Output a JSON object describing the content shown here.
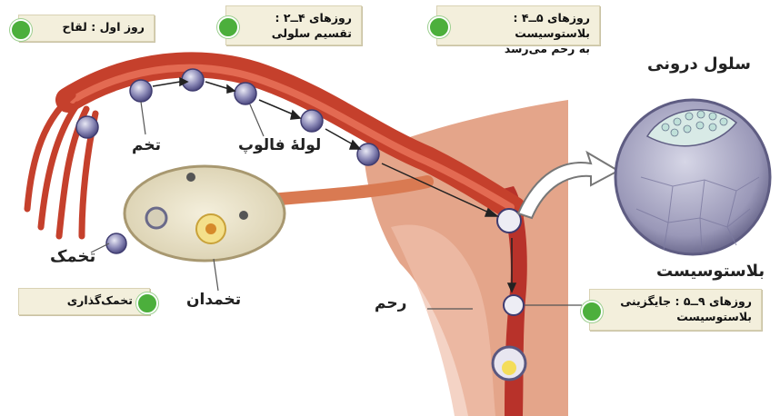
{
  "callouts": {
    "fertilization": "روز اول : لقاح",
    "cleavage_line1": "روزهای ۴ــ۲ :",
    "cleavage_line2": "تقسیم سلولی",
    "blastocyst_line1": "روزهای ۵ــ۴ : بلاستوسیست",
    "blastocyst_line2": "به رحم می‌رسد",
    "ovulation": "تخمک‌گذاری",
    "implantation_line1": "روزهای ۹ــ۵ : جایگزینی",
    "implantation_line2": "بلاستوسیست"
  },
  "labels": {
    "inner_cell": "سلول درونی",
    "egg": "تخم",
    "fallopian_tube": "لولهٔ فالوپ",
    "ovum": "تخمک",
    "ovary": "تخمدان",
    "uterus": "رحم",
    "blastocyst": "بلاستوسیست"
  },
  "colors": {
    "callout_dot": "#4caf3c",
    "tube": "#c5402c",
    "uterus_wall": "#e4a58a",
    "ovary": "#e9e2c8"
  }
}
